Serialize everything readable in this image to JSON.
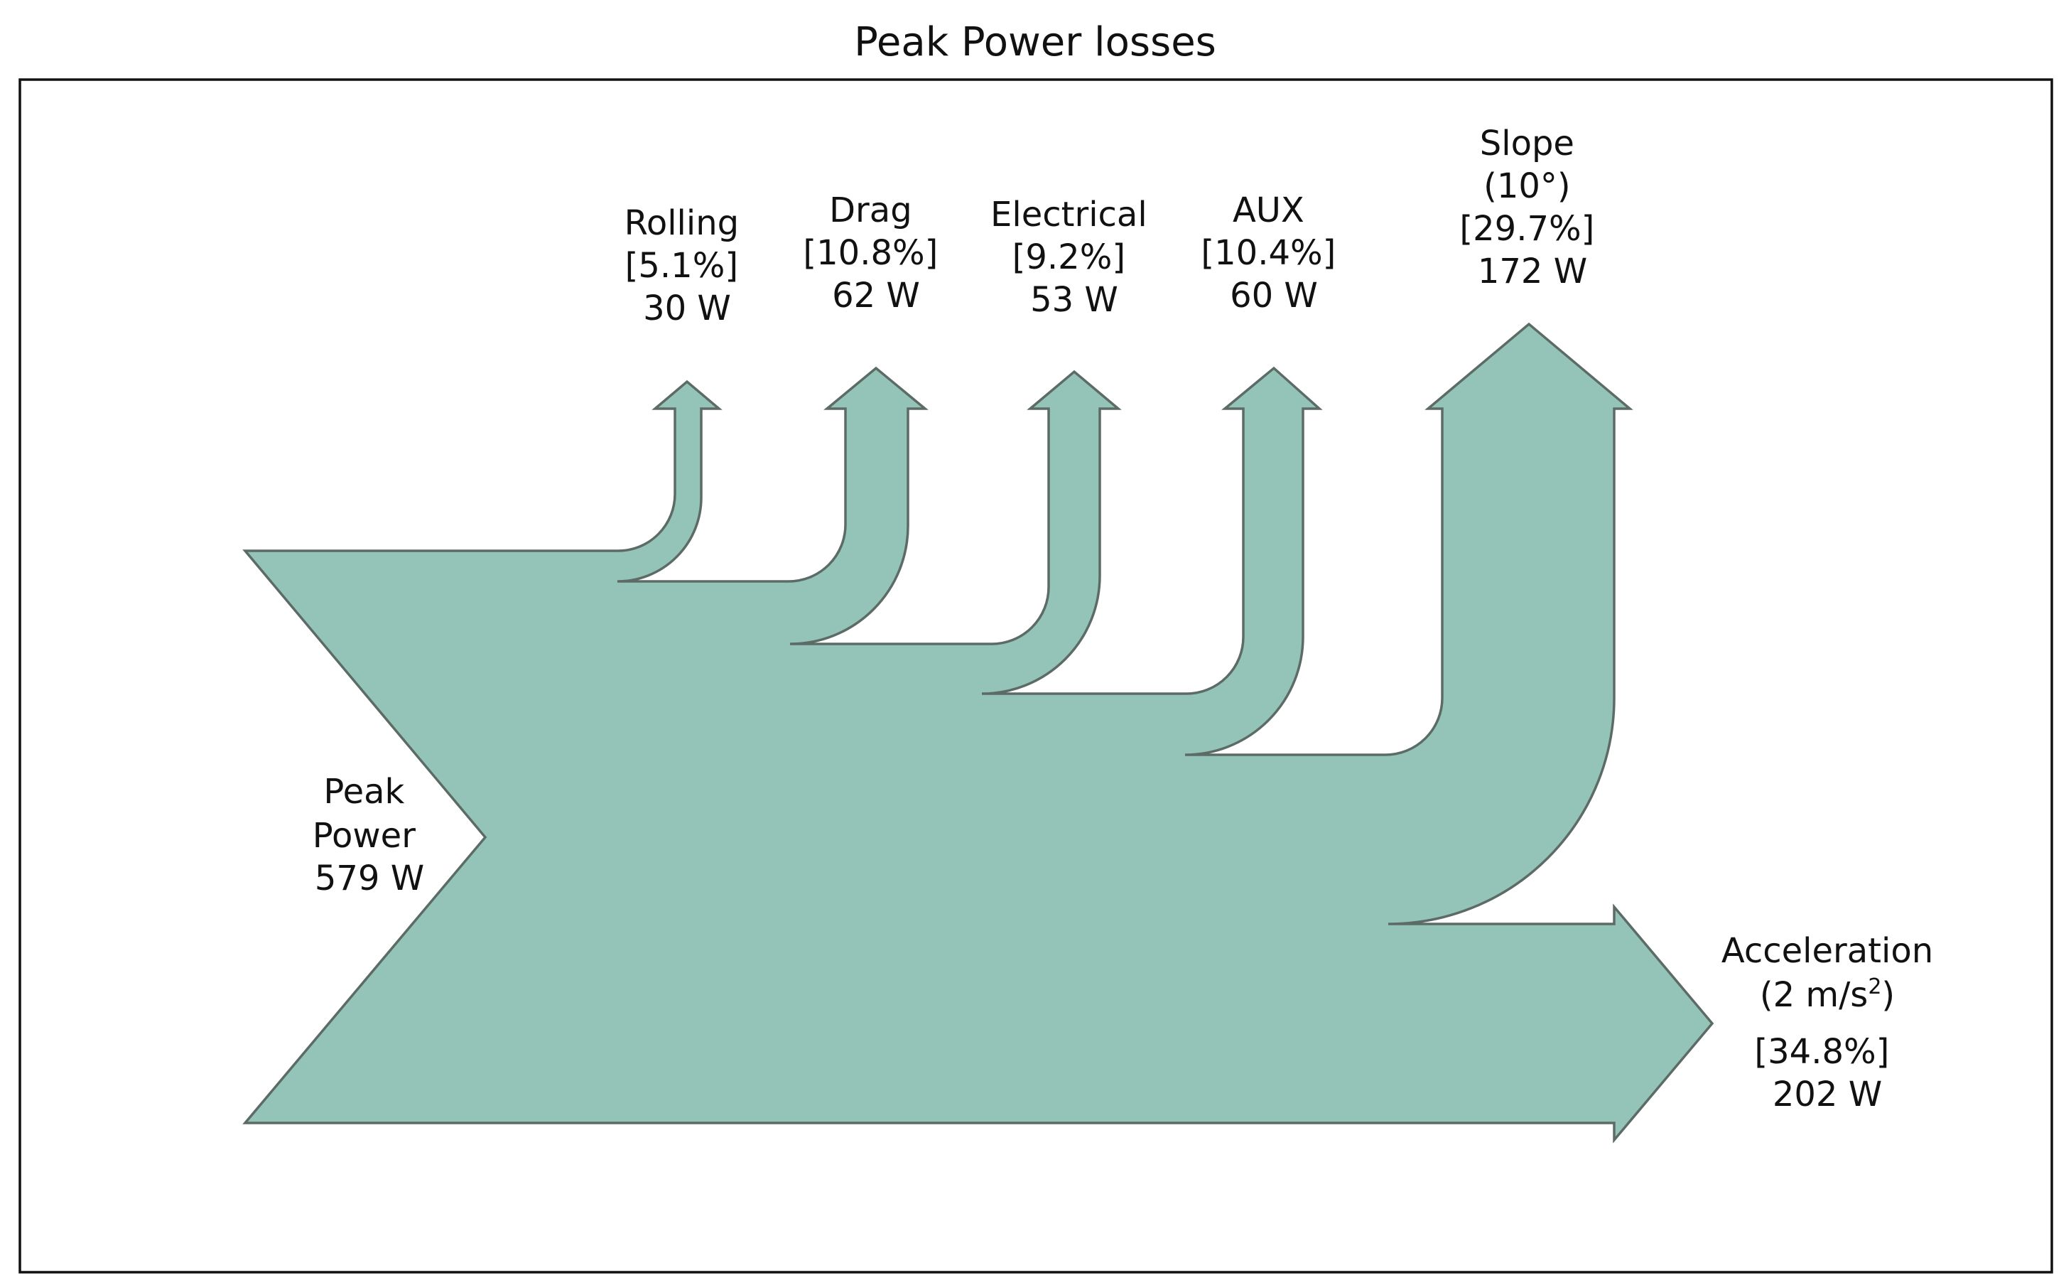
{
  "colors": {
    "flow_fill": "#94c4b7",
    "flow_edge": "#5c6b66",
    "frame": "#111111"
  },
  "chart_data": {
    "type": "sankey",
    "title": "Peak Power losses",
    "units": "W",
    "source": {
      "id": "peak",
      "label_lines": [
        "Peak",
        "Power",
        "579 W"
      ],
      "value": 579
    },
    "flows": [
      {
        "id": "rolling",
        "direction": "up",
        "value": 30,
        "percent": 5.1,
        "label_lines": [
          "Rolling",
          "[5.1%]",
          "30 W"
        ]
      },
      {
        "id": "drag",
        "direction": "up",
        "value": 62,
        "percent": 10.8,
        "label_lines": [
          "Drag",
          "[10.8%]",
          "62 W"
        ]
      },
      {
        "id": "electrical",
        "direction": "up",
        "value": 53,
        "percent": 9.2,
        "label_lines": [
          "Electrical",
          "[9.2%]",
          "53 W"
        ]
      },
      {
        "id": "aux",
        "direction": "up",
        "value": 60,
        "percent": 10.4,
        "label_lines": [
          "AUX",
          "[10.4%]",
          "60 W"
        ]
      },
      {
        "id": "slope",
        "direction": "up",
        "value": 172,
        "percent": 29.7,
        "label_lines": [
          "Slope",
          "(10°)",
          "[29.7%]",
          "172 W"
        ]
      },
      {
        "id": "acceleration",
        "direction": "right",
        "value": 202,
        "percent": 34.8,
        "label_lines": [
          "Acceleration",
          "(2 m/s",
          "2",
          ")",
          "[34.8%]",
          "202 W"
        ]
      }
    ]
  }
}
